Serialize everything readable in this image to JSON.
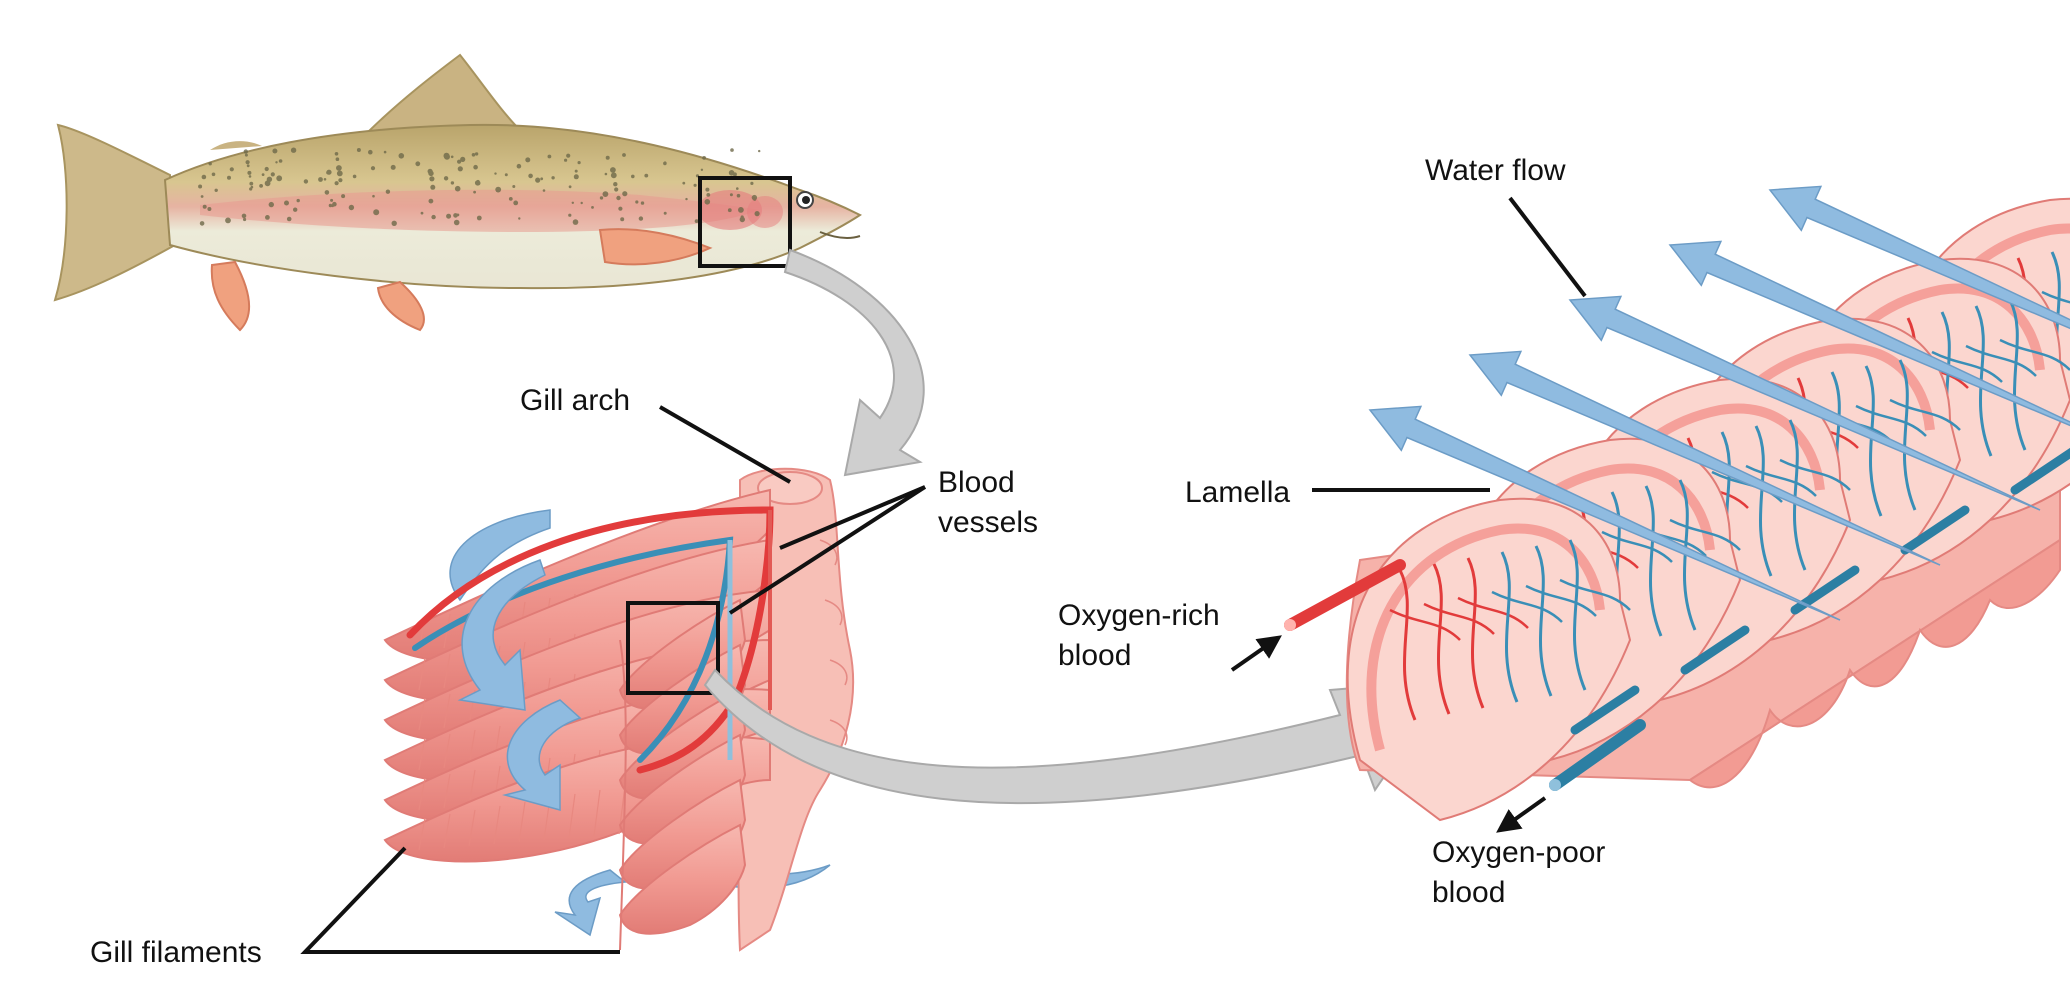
{
  "labels": {
    "gill_arch": "Gill arch",
    "blood_vessels_1": "Blood",
    "blood_vessels_2": "vessels",
    "gill_filaments": "Gill filaments",
    "water_flow": "Water flow",
    "lamella": "Lamella",
    "oxygen_rich_1": "Oxygen-rich",
    "oxygen_rich_2": "blood",
    "oxygen_poor_1": "Oxygen-poor",
    "oxygen_poor_2": "blood"
  },
  "colors": {
    "oxygen_rich_vessel": "#e23b3b",
    "oxygen_poor_vessel": "#3a8fb7",
    "water_arrow": "#8fbbe0",
    "tissue": "#f3a6a0",
    "tissue_light": "#fbd6cf",
    "tissue_dark": "#e07b76",
    "process_arrow": "#c8c8c8",
    "fish_back": "#c7b27a",
    "fish_belly": "#ecebd9",
    "fish_stripe": "#e89a8f",
    "fin": "#f0a17f"
  }
}
